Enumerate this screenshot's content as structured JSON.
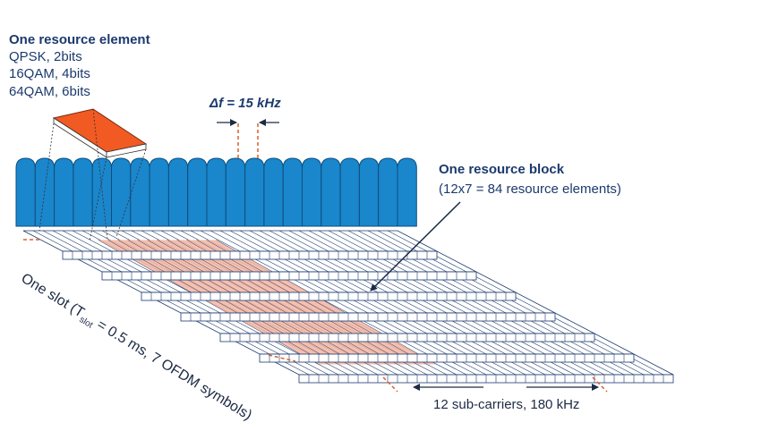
{
  "resource_element": {
    "title": "One resource element",
    "modulations": [
      "QPSK, 2bits",
      "16QAM, 4bits",
      "64QAM, 6bits"
    ]
  },
  "spacing": {
    "label": "Δf = 15 kHz"
  },
  "resource_block": {
    "title": "One resource block",
    "subtitle": "(12x7 = 84 resource elements)"
  },
  "slot": {
    "prefix": "One slot (T",
    "subscript": "slot",
    "suffix": " = 0.5 ms, 7 OFDM symbols)"
  },
  "subcarriers": {
    "label": "12 sub-carriers, 180 kHz"
  },
  "colors": {
    "text_navy": "#1c3a6e",
    "subcarrier_blue": "#1a86cc",
    "resource_element_orange": "#f15a22",
    "resource_block_fill": "#f5b5a0",
    "grid_line": "#1c3a6e",
    "dashed_marker": "#d9612e"
  },
  "grid": {
    "subcarrier_columns": 38,
    "symbol_rows": 7,
    "block_columns": 12,
    "block_start_column": 4
  }
}
